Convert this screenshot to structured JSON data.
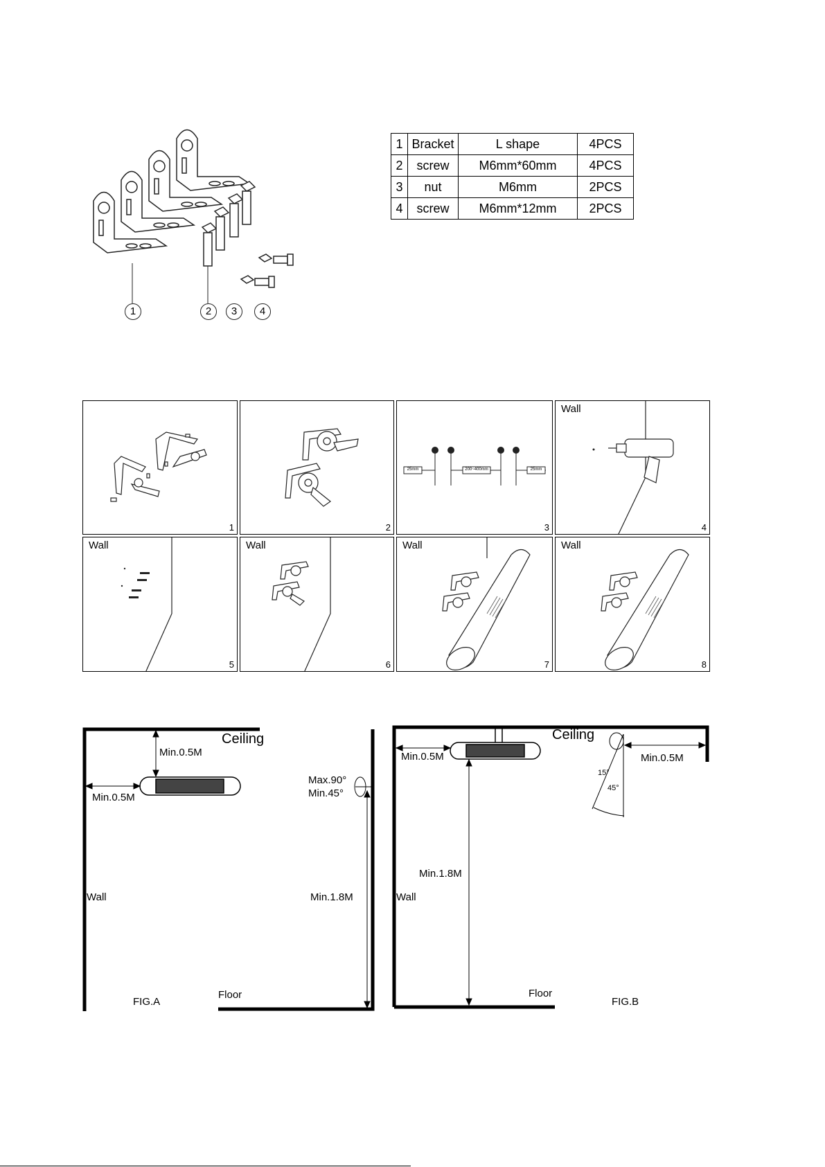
{
  "parts_callouts": [
    "1",
    "2",
    "3",
    "4"
  ],
  "parts_table": {
    "rows": [
      {
        "no": "1",
        "name": "Bracket",
        "spec": "L shape",
        "qty": "4PCS"
      },
      {
        "no": "2",
        "name": "screw",
        "spec": "M6mm*60mm",
        "qty": "4PCS"
      },
      {
        "no": "3",
        "name": "nut",
        "spec": "M6mm",
        "qty": "2PCS"
      },
      {
        "no": "4",
        "name": "screw",
        "spec": "M6mm*12mm",
        "qty": "2PCS"
      }
    ]
  },
  "steps": {
    "wall_label": "Wall",
    "numbers": [
      "1",
      "2",
      "3",
      "4",
      "5",
      "6",
      "7",
      "8"
    ],
    "spacing": {
      "edge": "25mm",
      "middle": "200~400mm"
    }
  },
  "fig_a": {
    "caption": "FIG.A",
    "ceiling": "Ceiling",
    "wall": "Wall",
    "floor": "Floor",
    "min_top": "Min.0.5M",
    "min_side": "Min.0.5M",
    "max_angle": "Max.90°",
    "min_angle": "Min.45°",
    "min_height": "Min.1.8M"
  },
  "fig_b": {
    "caption": "FIG.B",
    "ceiling": "Ceiling",
    "wall": "Wall",
    "floor": "Floor",
    "min_left": "Min.0.5M",
    "min_right": "Min.0.5M",
    "angle_small": "15°",
    "angle_large": "45°",
    "min_height": "Min.1.8M"
  }
}
